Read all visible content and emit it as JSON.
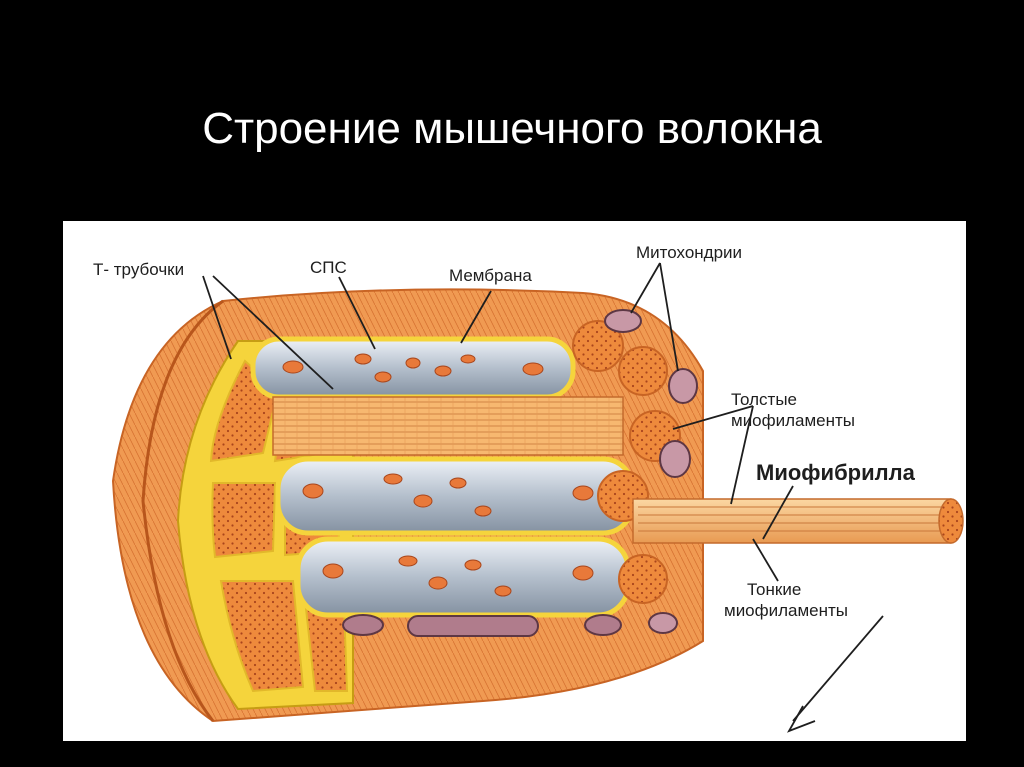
{
  "slide": {
    "title": "Строение мышечного волокна"
  },
  "labels": {
    "t_tubules": "Т- трубочки",
    "sps": "СПС",
    "membrane": "Мембрана",
    "mitochondria": "Митохондрии",
    "thick_1": "Толстые",
    "thick_2": "миофиламенты",
    "myofibril": "Миофибрилла",
    "thin_1": "Тонкие",
    "thin_2": "миофиламенты"
  },
  "colors": {
    "background": "#000000",
    "panel": "#ffffff",
    "muscle_orange": "#ee8a3c",
    "membrane_light": "#f6c58a",
    "sps_grey": "#c3ccd8",
    "t_tubule_yellow": "#f5d43c",
    "fibril": "#f7b870",
    "mitochondria": "#b07c8c"
  }
}
